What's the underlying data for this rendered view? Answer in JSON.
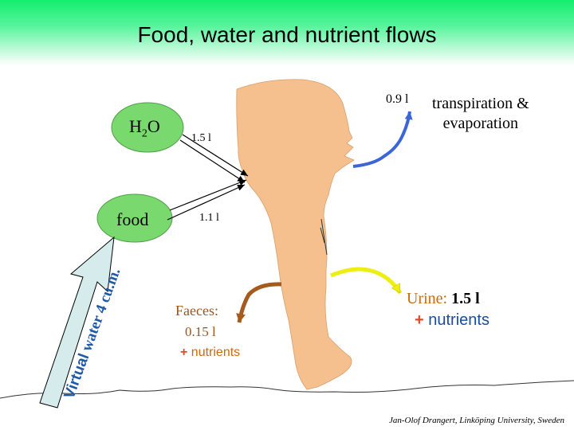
{
  "title": "Food, water and nutrient flows",
  "inputs": {
    "water": {
      "symbol": "H",
      "subscript": "2",
      "suffix": "O",
      "amount": "1.5 l"
    },
    "food": {
      "label": "food",
      "amount": "1.1 l"
    }
  },
  "virtual_water": {
    "label_virtual": "Virtual",
    "label_rest": " water 4 cu.m."
  },
  "outputs": {
    "transpiration": {
      "amount": "0.9 l",
      "line1": "transpiration &",
      "line2": "evaporation"
    },
    "faeces": {
      "label": "Faeces:",
      "amount": "0.15 l",
      "plus": "+",
      "nutrients": "nutrients"
    },
    "urine": {
      "label": "Urine:",
      "amount": "1.5 l",
      "plus": "+",
      "nutrients": "nutrients"
    }
  },
  "credit": "Jan-Olof Drangert, Linköping University, Sweden",
  "colors": {
    "title_band": "#14ee6e",
    "bubble": "#7ad96e",
    "body": "#f6c08e",
    "virtual_arrow": "#d6ecec",
    "transpiration_arrow": "#3a66d6",
    "faeces_arrow": "#a55a1e",
    "urine_arrow": "#eeee10"
  },
  "icons": [
    "arrow-icon"
  ]
}
